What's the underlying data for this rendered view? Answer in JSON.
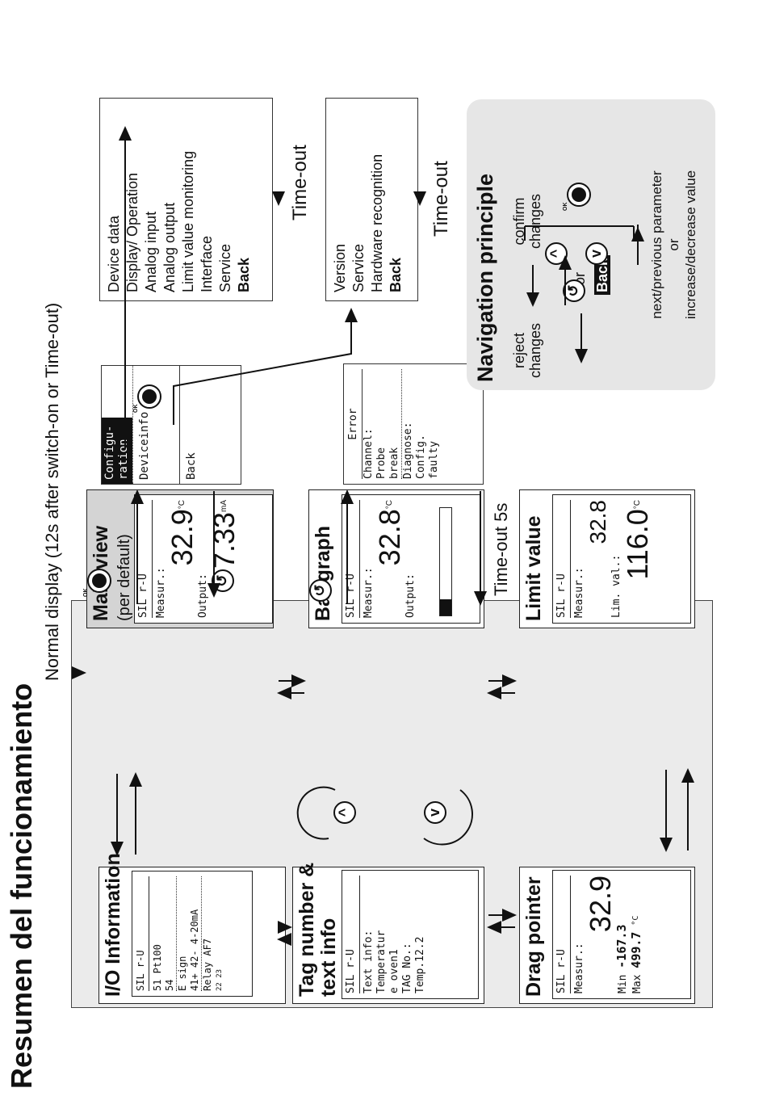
{
  "page_title": "Resumen del funcionamiento",
  "normal_display_label": "Normal display (12s after switch-on or Time-out)",
  "views": {
    "main": {
      "title": "Main view",
      "subtitle": "(per default)",
      "lcd": {
        "header": "SIL  r-U",
        "measur_label": "Measur.:",
        "measur_value": "32.9",
        "measur_unit": "°C",
        "output_label": "Output:",
        "output_value": "7.33",
        "output_unit": "mA"
      }
    },
    "bar": {
      "title": "Bar graph",
      "lcd": {
        "header": "SIL  r-U",
        "measur_label": "Measur.:",
        "measur_value": "32.8",
        "measur_unit": "°C",
        "output_label": "Output:",
        "bar_level": 0.15
      }
    },
    "limit": {
      "title": "Limit value",
      "lcd": {
        "header": "SIL  r-U",
        "measur_label": "Measur.:",
        "measur_value": "32.8",
        "lim_label": "Lim. val.:",
        "lim_value": "116.0",
        "lim_unit": "°C"
      }
    },
    "io": {
      "title": "I/O Information",
      "lcd": {
        "header": "SIL  r-U",
        "line1": "51 Pt100",
        "line2": "54",
        "line3": "E sign",
        "line4a": "41+",
        "line4b": "42-",
        "line4c": "4-20mA",
        "line5": "Relay",
        "line6": "AF7",
        "pins": "22  23"
      }
    },
    "tag": {
      "title": "Tag number &",
      "title2": "text info",
      "lcd": {
        "header": "SIL  r-U",
        "l1": "Text info:",
        "l2": "Temperatur",
        "l3": "e oven1",
        "l4": "TAG No.:",
        "l5": "Temp.12.2"
      }
    },
    "drag": {
      "title": "Drag pointer",
      "lcd": {
        "header": "SIL  r-U",
        "measur_label": "Measur.:",
        "measur_value": "32.9",
        "min_label": "Min",
        "min_value": "-167.3",
        "max_label": "Max",
        "max_value": "499.7",
        "unit": "°C"
      }
    }
  },
  "config_screen": {
    "item1": "Configu-",
    "item2": "ration",
    "item3": "Deviceinfo",
    "item4": "Back"
  },
  "config_menu": {
    "items": [
      "Device data",
      "Display/ Operation",
      "Analog input",
      "Analog output",
      "Limit value monitoring",
      "Interface",
      "Service"
    ],
    "back": "Back"
  },
  "deviceinfo_menu": {
    "items": [
      "Version",
      "Service",
      "Hardware recognition"
    ],
    "back": "Back"
  },
  "timeout_label": "Time-out",
  "error_screen": {
    "title": "Error",
    "l1": "Channel:",
    "l2": "Probe",
    "l3": "break",
    "l4": "Diagnose:",
    "l5": "Config.",
    "l6": "faulty"
  },
  "error_timeout": "Time-out 5s",
  "nav": {
    "title": "Navigation principle",
    "reject": "reject",
    "reject2": "changes",
    "or": "or",
    "back": "Back",
    "confirm": "confirm",
    "confirm2": "changes",
    "param": "next/previous parameter",
    "or2": "or",
    "value": "increase/decrease value"
  },
  "icons": {
    "ok": "ok-icon",
    "back": "back-icon",
    "up": "up-icon",
    "down": "down-icon"
  },
  "colors": {
    "panel_bg": "#ebebeb",
    "main_bg": "#d4d4d4",
    "nav_bg": "#e6e6e6"
  }
}
